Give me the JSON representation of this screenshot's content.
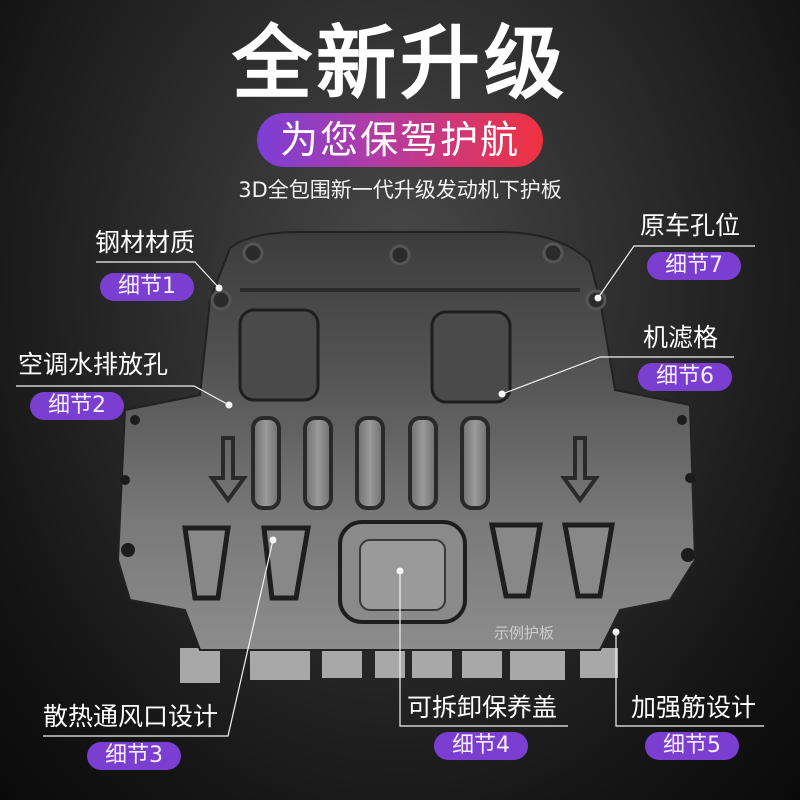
{
  "header": {
    "title": "全新升级",
    "slogan": "为您保驾护航",
    "subtitle": "3D全包围新一代升级发动机下护板"
  },
  "colors": {
    "pill_purple": "#7a3fd0",
    "slogan_gradient_start": "#7b3fd6",
    "slogan_gradient_end": "#f0323f",
    "background": "#1e1e1e"
  },
  "product": {
    "image_label": "示例护板"
  },
  "callouts": [
    {
      "id": 1,
      "label": "钢材材质",
      "badge": "细节1"
    },
    {
      "id": 2,
      "label": "空调水排放孔",
      "badge": "细节2"
    },
    {
      "id": 3,
      "label": "散热通风口设计",
      "badge": "细节3"
    },
    {
      "id": 4,
      "label": "可拆卸保养盖",
      "badge": "细节4"
    },
    {
      "id": 5,
      "label": "加强筋设计",
      "badge": "细节5"
    },
    {
      "id": 6,
      "label": "机滤格",
      "badge": "细节6"
    },
    {
      "id": 7,
      "label": "原车孔位",
      "badge": "细节7"
    }
  ]
}
